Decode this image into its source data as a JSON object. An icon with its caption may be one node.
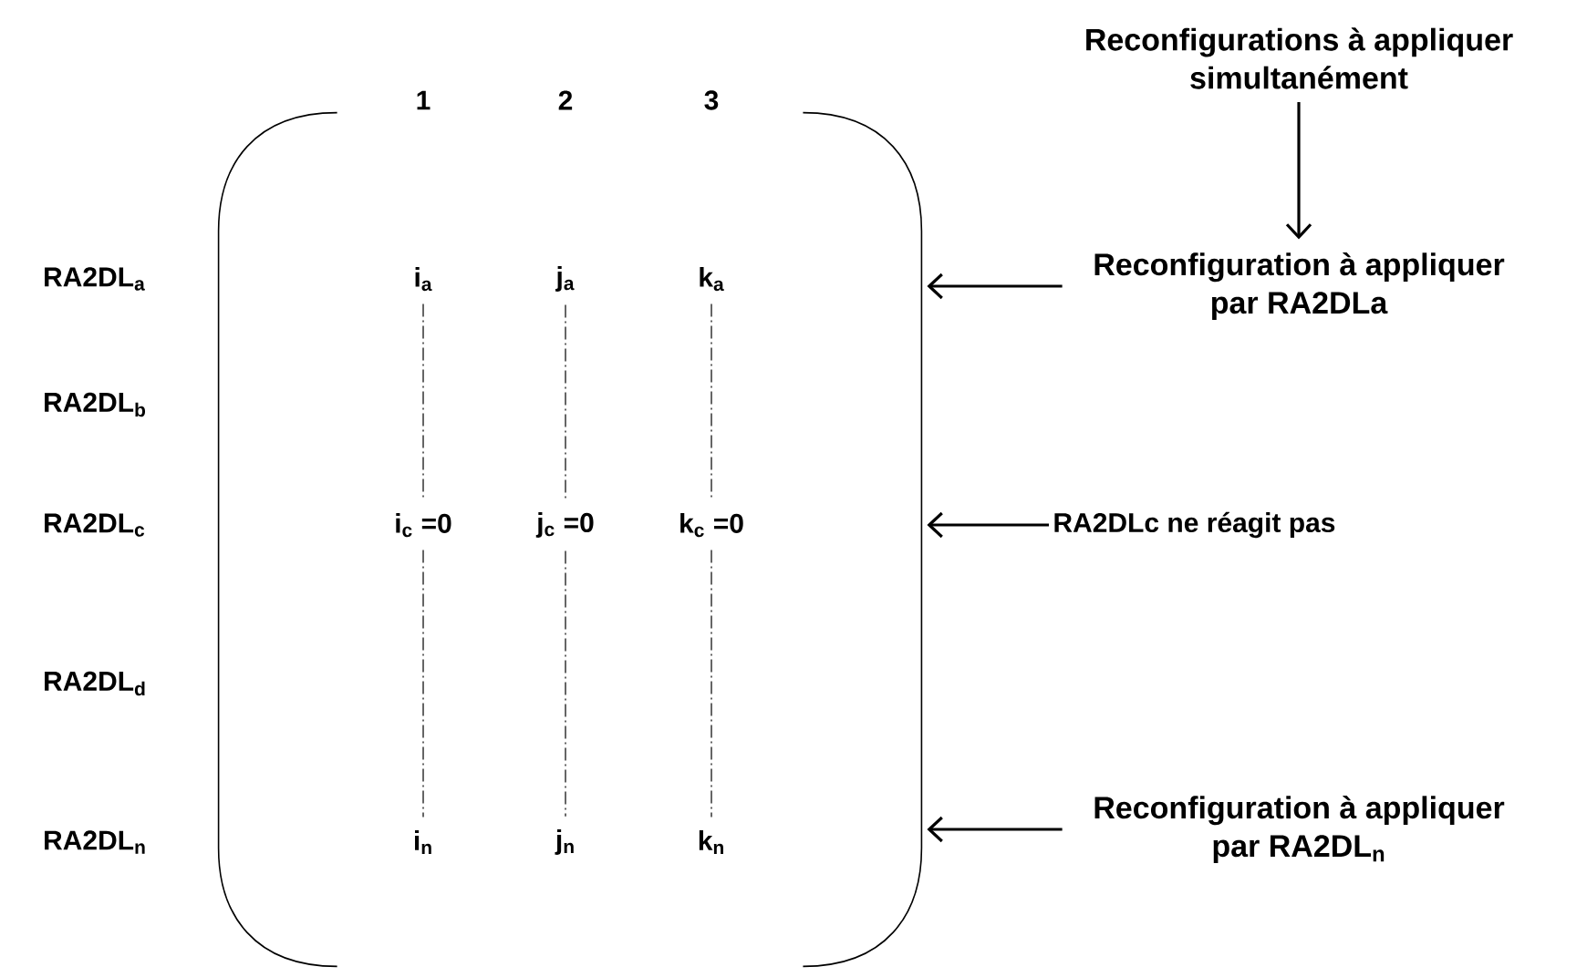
{
  "diagram": {
    "nodes": [
      {
        "text": [
          "Reconfigurations à appliquer simultanément"
        ]
      },
      {
        "text": [],
        "shape": "parentheses"
      },
      {
        "text": [
          "i$_{a}$"
        ],
        "in": 1
      },
      {
        "text": [
          "j$_{a}$"
        ],
        "in": 1
      },
      {
        "text": [
          "k$_{a}$"
        ],
        "in": 1
      },
      {
        "text": [
          "i$_{c}$ =0"
        ],
        "in": 1
      },
      {
        "text": [
          "j$_{c}$ =0"
        ],
        "in": 1
      },
      {
        "text": [
          "k$_{c}$ =0"
        ],
        "in": 1
      },
      {
        "text": [
          "i$_{n}$"
        ],
        "in": 1
      },
      {
        "text": [
          "j$_{n}$"
        ],
        "in": 1
      },
      {
        "text": [
          "k$_{n}$"
        ],
        "in": 1
      },
      {
        "text": [
          "Reconfiguration à appliquer par RA2DLa"
        ]
      },
      {
        "text": [
          "RA2DLc ne réagit pas"
        ]
      },
      {
        "text": [
          "Reconfiguration à appliquer par RA2DL$_{n}$"
        ]
      }
    ],
    "edges": [
      {
        "from": 0,
        "to": 11,
        "arrow": "to"
      },
      {
        "from": 2,
        "to": 5,
        "arrow": "none",
        "style": "dashed"
      },
      {
        "from": 3,
        "to": 6,
        "arrow": "none",
        "style": "dashed"
      },
      {
        "from": 4,
        "to": 7,
        "arrow": "none",
        "style": "dashed"
      },
      {
        "from": 5,
        "to": 8,
        "arrow": "none",
        "style": "dashed"
      },
      {
        "from": 6,
        "to": 9,
        "arrow": "none",
        "style": "dashed"
      },
      {
        "from": 7,
        "to": 10,
        "arrow": "none",
        "style": "dashed"
      },
      {
        "from": 11,
        "to": 1,
        "arrow": "to"
      },
      {
        "from": 12,
        "to": 1,
        "arrow": "to"
      },
      {
        "from": 13,
        "to": 1,
        "arrow": "to"
      }
    ],
    "labels": [
      "1",
      "2",
      "3",
      "RA2DL$_{a}$",
      "RA2DL$_{b}$",
      "RA2DL$_{c}$",
      "RA2DL$_{d}$",
      "RA2DL$_{n}$"
    ]
  }
}
